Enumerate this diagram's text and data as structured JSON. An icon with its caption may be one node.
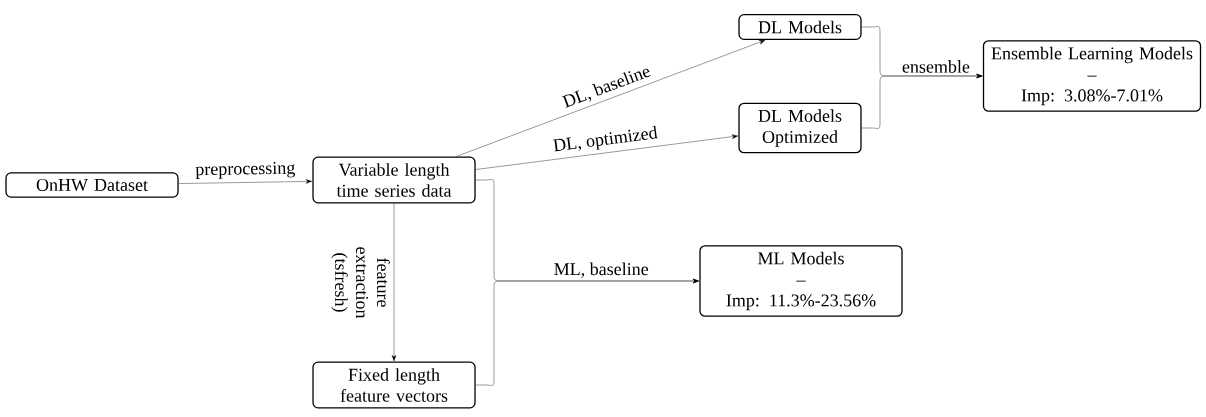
{
  "diagram": {
    "nodes": [
      {
        "text": [
          "OnHW Dataset"
        ]
      },
      {
        "text": [
          "Variable length time series data"
        ]
      },
      {
        "text": [
          "Fixed length feature vectors"
        ]
      },
      {
        "text": [
          "DL Models"
        ]
      },
      {
        "text": [
          "DL Models Optimized"
        ]
      },
      {
        "text": [
          "Ensemble Learning Models",
          "–",
          "Imp: 3.08%-7.01%"
        ]
      },
      {
        "text": [
          "ML Models",
          "–",
          "Imp: 11.3%-23.56%"
        ]
      }
    ],
    "edges": [
      {
        "from": 0,
        "to": 1,
        "arrow": "to",
        "label": "preprocessing"
      },
      {
        "from": 1,
        "to": 2,
        "arrow": "to",
        "label": "feature extraction (tsfresh)"
      },
      {
        "from": 1,
        "to": 3,
        "arrow": "to",
        "label": "DL, baseline"
      },
      {
        "from": 1,
        "to": 4,
        "arrow": "to",
        "label": "DL, optimized"
      },
      {
        "from": 3,
        "to": 5,
        "arrow": "to",
        "label": "ensemble"
      },
      {
        "from": 4,
        "to": 5,
        "arrow": "to"
      },
      {
        "from": 1,
        "to": 6,
        "arrow": "to",
        "label": "ML, baseline"
      },
      {
        "from": 2,
        "to": 6,
        "arrow": "to"
      }
    ]
  }
}
